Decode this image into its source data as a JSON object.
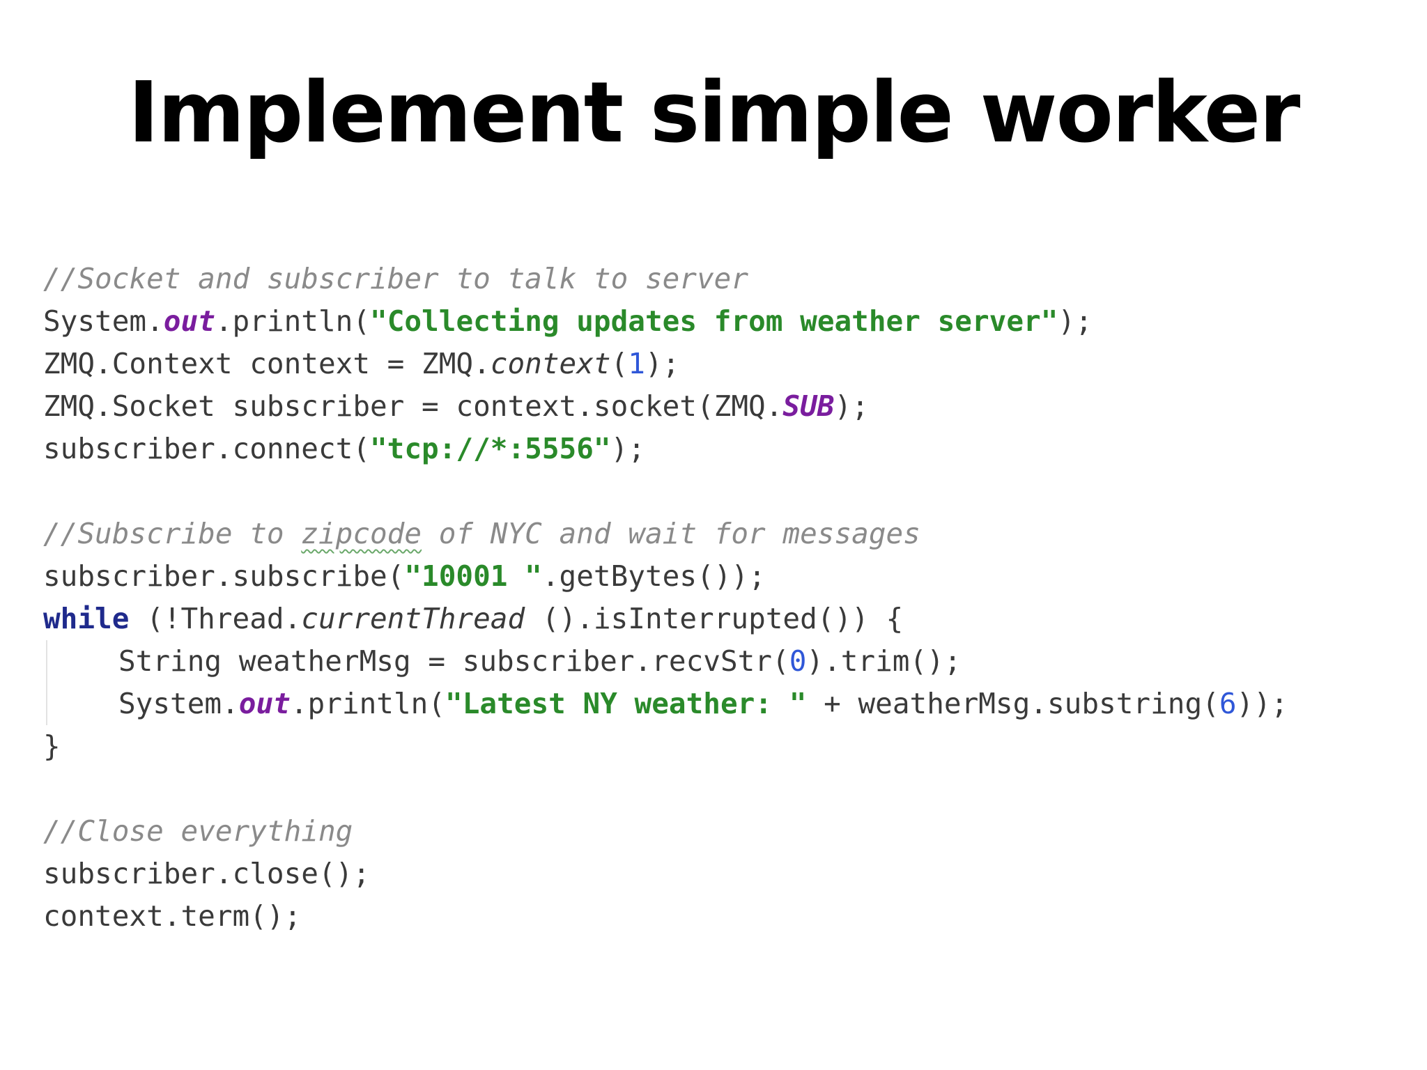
{
  "slide": {
    "title": "Implement simple worker"
  },
  "code": {
    "l1": "//Socket and subscriber to talk to server",
    "l2": {
      "a": "System.",
      "b": "out",
      "c": ".println(",
      "d": "\"Collecting updates from weather server\"",
      "e": ");"
    },
    "l3": {
      "a": "ZMQ.Context context = ZMQ.",
      "b": "context",
      "c": "(",
      "d": "1",
      "e": ");"
    },
    "l4": {
      "a": "ZMQ.Socket subscriber = context.socket(ZMQ.",
      "b": "SUB",
      "c": ");"
    },
    "l5": {
      "a": "subscriber.connect(",
      "b": "\"tcp://*:5556\"",
      "c": ");"
    },
    "l6": {
      "a": "//Subscribe to ",
      "b": "zipcode",
      "c": " of NYC and wait for messages"
    },
    "l7": {
      "a": "subscriber.subscribe(",
      "b": "\"10001 \"",
      "c": ".getBytes());"
    },
    "l8": {
      "a": "while",
      "b": " (!Thread.",
      "c": "currentThread",
      "d": " ().isInterrupted()) {"
    },
    "l9": {
      "a": "String weatherMsg = subscriber.recvStr(",
      "b": "0",
      "c": ").trim();"
    },
    "l10": {
      "a": "System.",
      "b": "out",
      "c": ".println(",
      "d": "\"Latest NY weather: \"",
      "e": " + weatherMsg.substring(",
      "f": "6",
      "g": "));"
    },
    "l11": "}",
    "l12": "//Close everything",
    "l13": "subscriber.close();",
    "l14": "context.term();"
  }
}
